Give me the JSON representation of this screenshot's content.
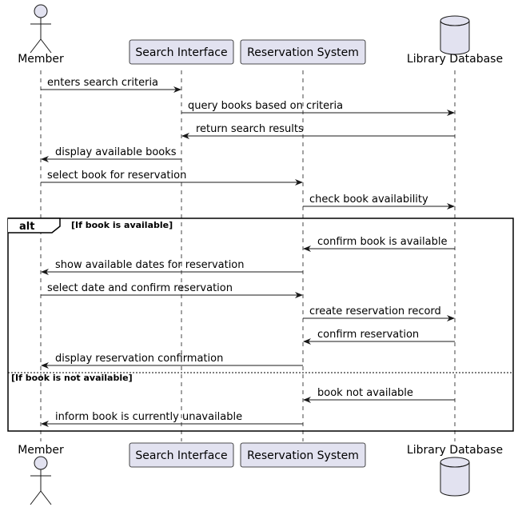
{
  "participants": [
    {
      "id": "member",
      "label": "Member",
      "kind": "actor"
    },
    {
      "id": "search",
      "label": "Search Interface",
      "kind": "participant"
    },
    {
      "id": "reservation",
      "label": "Reservation System",
      "kind": "participant"
    },
    {
      "id": "database",
      "label": "Library Database",
      "kind": "database"
    }
  ],
  "messages": [
    {
      "from": "member",
      "to": "search",
      "label": "enters search criteria"
    },
    {
      "from": "search",
      "to": "database",
      "label": "query books based on criteria"
    },
    {
      "from": "database",
      "to": "search",
      "label": "return search results"
    },
    {
      "from": "search",
      "to": "member",
      "label": "display available books"
    },
    {
      "from": "member",
      "to": "reservation",
      "label": "select book for reservation"
    },
    {
      "from": "reservation",
      "to": "database",
      "label": "check book availability"
    },
    {
      "from": "database",
      "to": "reservation",
      "label": "confirm book is available"
    },
    {
      "from": "reservation",
      "to": "member",
      "label": "show available dates for reservation"
    },
    {
      "from": "member",
      "to": "reservation",
      "label": "select date and confirm reservation"
    },
    {
      "from": "reservation",
      "to": "database",
      "label": "create reservation record"
    },
    {
      "from": "database",
      "to": "reservation",
      "label": "confirm reservation"
    },
    {
      "from": "reservation",
      "to": "member",
      "label": "display reservation confirmation"
    },
    {
      "from": "database",
      "to": "reservation",
      "label": "book not available"
    },
    {
      "from": "reservation",
      "to": "member",
      "label": "inform book is currently unavailable"
    }
  ],
  "fragment": {
    "keyword": "alt",
    "guard_1": "[If book is available]",
    "guard_2": "[If book is not available]"
  },
  "colors": {
    "participant_fill": "#E2E2F0",
    "participant_stroke": "#181818",
    "line": "#181818"
  }
}
